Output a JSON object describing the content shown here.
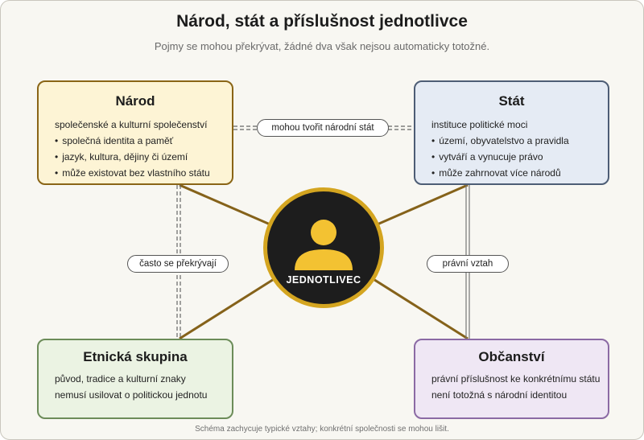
{
  "title": "Národ, stát a příslušnost jednotlivce",
  "subtitle": "Pojmy se mohou překrývat, žádné dva však nejsou automaticky totožné.",
  "footer": "Schéma zachycuje typické vztahy; konkrétní společnosti se mohou lišit.",
  "center": {
    "label": "JEDNOTLIVEC",
    "icon": "person-icon"
  },
  "nodes": {
    "narod": {
      "title": "Národ",
      "lead": "společenské a kulturní společenství",
      "items": [
        "společná identita a paměť",
        "jazyk, kultura, dějiny či území",
        "může existovat bez vlastního státu"
      ]
    },
    "stat": {
      "title": "Stát",
      "lead": "instituce politické moci",
      "items": [
        "území, obyvatelstvo a pravidla",
        "vytváří a vynucuje právo",
        "může zahrnovat více národů"
      ]
    },
    "etnika": {
      "title": "Etnická skupina",
      "lines": [
        "původ, tradice a kulturní znaky",
        "nemusí usilovat o politickou jednotu"
      ]
    },
    "obcan": {
      "title": "Občanství",
      "lines": [
        "právní příslušnost ke konkrétnímu státu",
        "není totožná s národní identitou"
      ]
    }
  },
  "relations": {
    "narod_stat": "mohou tvořit národní stát",
    "narod_etnika": "často se překrývají",
    "stat_obcan": "právní vztah"
  },
  "colors": {
    "spoke": "#85621a",
    "center_ring": "#d4a520",
    "center_fill": "#1d1d1d",
    "narod_border": "#8a6516",
    "stat_border": "#4d5d75",
    "etnika_border": "#6c8c59",
    "obcan_border": "#8b6aa4"
  }
}
